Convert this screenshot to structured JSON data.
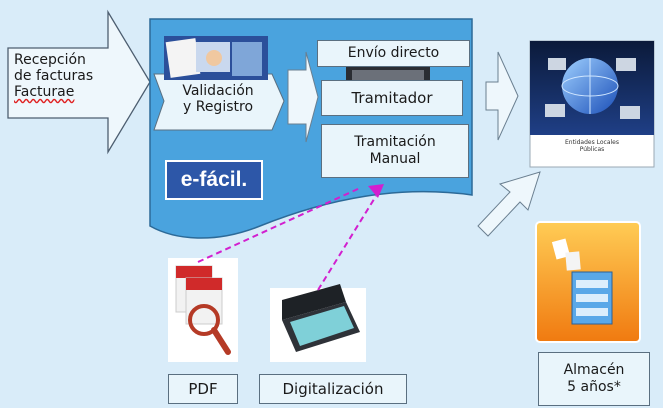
{
  "input": {
    "line1": "Recepción",
    "line2": "de facturas",
    "line3": "Facturae"
  },
  "platform": {
    "validation_line1": "Validación",
    "validation_line2": "y Registro",
    "logo_text": "e-fácil.",
    "direct_send": "Envío directo",
    "processor": "Tramitador",
    "manual_line1": "Tramitación",
    "manual_line2": "Manual"
  },
  "sources": {
    "pdf": "PDF",
    "scan": "Digitalización"
  },
  "storage": {
    "line1": "Almacén",
    "line2": "5 años*"
  },
  "book_cover_text": {
    "line1": "Entidades Locales",
    "line2": "Públicas"
  },
  "colors": {
    "background": "#d9ecf9",
    "platform_panel": "#4aa3de",
    "arrow_fill": "#eef7fc",
    "dashed_link": "#d21fcf",
    "logo_red": "#e3203a",
    "logo_white": "#ffffff"
  },
  "icons": [
    "computer-network-icon",
    "hands-documents-icon",
    "scanner-icon",
    "pdf-magnifier-icon",
    "storage-folder-icon",
    "printer-icon"
  ]
}
